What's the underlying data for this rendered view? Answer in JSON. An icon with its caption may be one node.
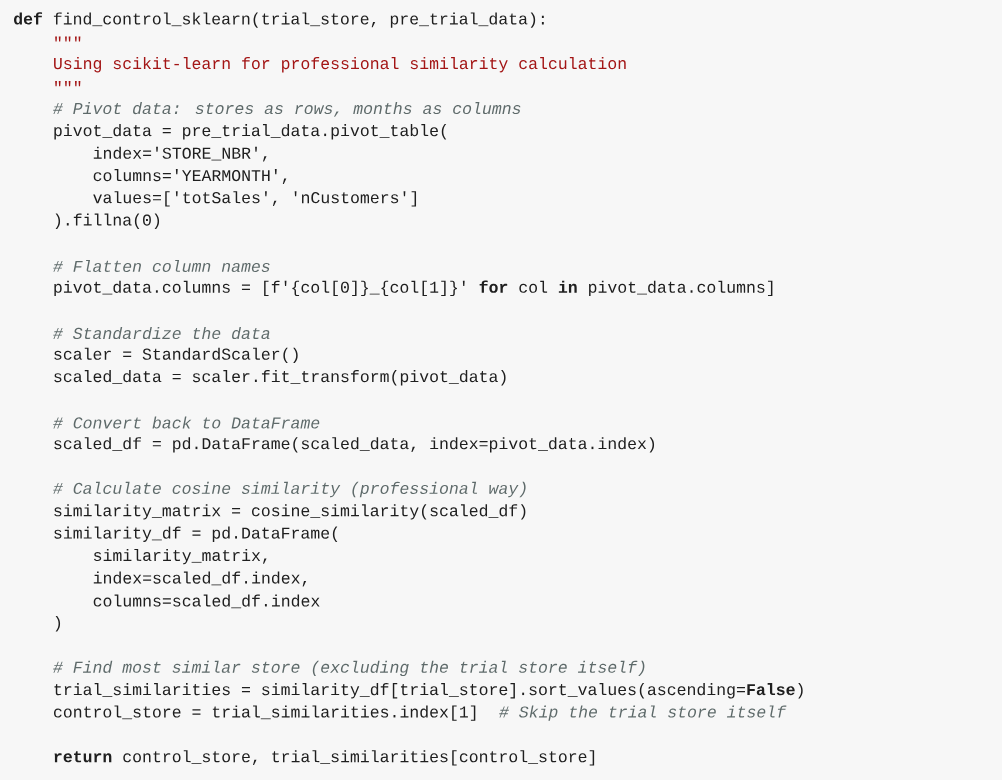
{
  "diagram": {
    "labels": [
      "**def** find_control_sklearn(trial_store, pre_trial_data):",
      "\"\"\"",
      "Using scikit-learn for professional similarity calculation",
      "\"\"\"",
      "# Pivot data: stores as rows, months as columns",
      "pivot_data = pre_trial_data.pivot_table(",
      "index='STORE_NBR',",
      "columns='YEARMONTH',",
      "values=['totSales', 'nCustomers']",
      ").fillna(0)",
      "# Flatten column names",
      "pivot_data.columns = [f'{col[0]}_{col[1]}' **for** col **in** pivot_data.columns]",
      "# Standardize the data",
      "scaler = StandardScaler()",
      "scaled_data = scaler.fit_transform(pivot_data)",
      "# Convert back to DataFrame",
      "scaled_df = pd.DataFrame(scaled_data, index=pivot_data.index)",
      "# Calculate cosine similarity (professional way)",
      "similarity_matrix = cosine_similarity(scaled_df)",
      "similarity_df = pd.DataFrame(",
      "similarity_matrix,",
      "index=scaled_df.index,",
      "columns=scaled_df.index",
      ")",
      "# Find most similar store (excluding the trial store itself)",
      "trial_similarities = similarity_df[trial_store].sort_values(ascending=**False**)",
      "control_store = trial_similarities.index[1]",
      "# Skip the trial store itself",
      "**return** control_store, trial_similarities[control_store]"
    ]
  }
}
